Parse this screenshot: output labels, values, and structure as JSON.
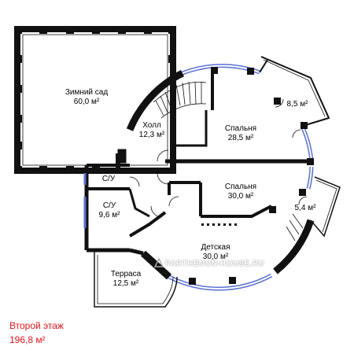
{
  "rooms": {
    "winter_garden": {
      "name": "Зимний сад",
      "area": "60,0 м²"
    },
    "hall": {
      "name": "Холл",
      "area": "12,3 м²"
    },
    "bedroom_1": {
      "name": "Спальня",
      "area": "28,5 м²"
    },
    "balcony_1": {
      "area": "8,5 м²"
    },
    "bedroom_2": {
      "name": "Спальня",
      "area": "30,0 м²"
    },
    "balcony_2": {
      "area": "5,4 м²"
    },
    "wc_1": {
      "name": "С/У"
    },
    "wc_2": {
      "name": "С/У",
      "area": "9,6 м²"
    },
    "kids_room": {
      "name": "Детская",
      "area": "30,0 м²"
    },
    "terrace": {
      "name": "Терраса",
      "area": "12,5 м²"
    }
  },
  "floor": {
    "name": "Второй этаж",
    "area": "196,8 м²",
    "color": "#e8141a"
  },
  "watermark": {
    "text": "PARTHENON-HOUSE.RU"
  },
  "colors": {
    "wall": "#111111",
    "glass": "#5a6fd6",
    "text": "#000000"
  }
}
